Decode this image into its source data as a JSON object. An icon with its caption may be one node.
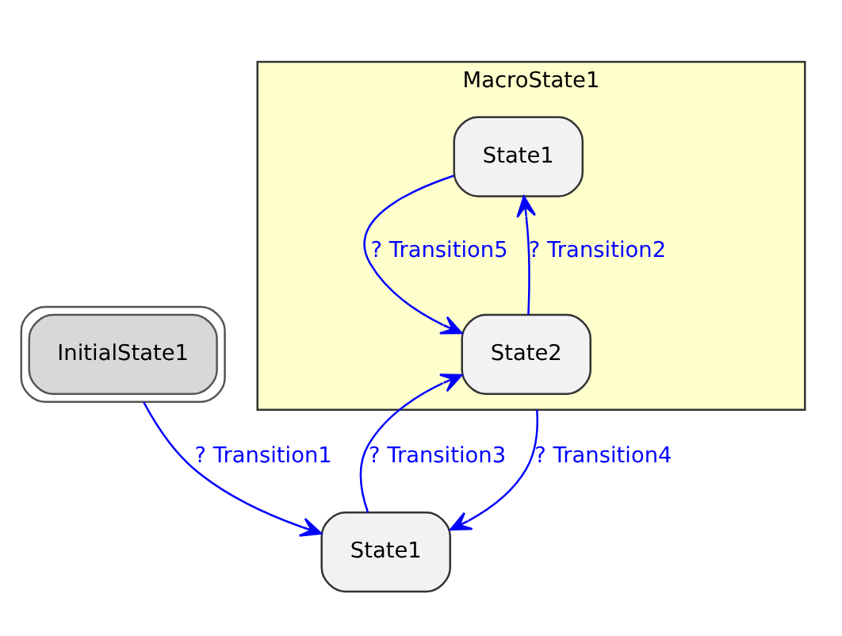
{
  "diagram": {
    "nodes": [
      {
        "text": [
          "InitialState1"
        ]
      },
      {
        "text": [
          "State1"
        ]
      },
      {
        "text": [
          "MacroState1"
        ]
      },
      {
        "text": [
          "State1"
        ],
        "in": 2
      },
      {
        "text": [
          "State2"
        ],
        "in": 2
      }
    ],
    "edges": [
      {
        "from": 0,
        "to": 1,
        "arrow": "to",
        "label": "? Transition1"
      },
      {
        "from": 1,
        "to": 4,
        "arrow": "to",
        "label": "? Transition3"
      },
      {
        "from": 2,
        "to": 1,
        "arrow": "to",
        "label": "? Transition4"
      },
      {
        "from": 3,
        "to": 4,
        "arrow": "to",
        "label": "? Transition5"
      },
      {
        "from": 4,
        "to": 3,
        "arrow": "to",
        "label": "? Transition2"
      }
    ]
  }
}
